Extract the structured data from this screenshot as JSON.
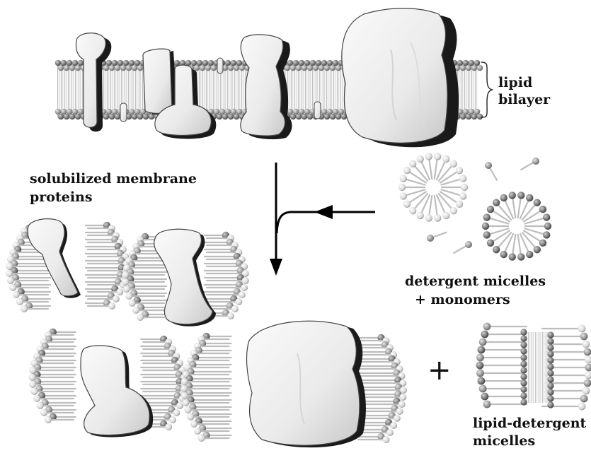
{
  "labels": {
    "lipid_bilayer_line1": "lipid",
    "lipid_bilayer_line2": "bilayer",
    "solubilized_line1": "solubilized membrane",
    "solubilized_line2": "proteins",
    "micelles_line1": "detergent micelles",
    "micelles_line2": "+ monomers",
    "mixed_line1": "lipid-detergent",
    "mixed_line2": "micelles",
    "plus_sign": "+"
  },
  "colors": {
    "protein_fill": "#ededed",
    "protein_shadow": "#1a1a1a",
    "lipid_head": "#9a9a9a",
    "lipid_head_dark": "#6a6a6a",
    "lipid_tail": "#c8c8c8",
    "arrow": "#000000"
  }
}
